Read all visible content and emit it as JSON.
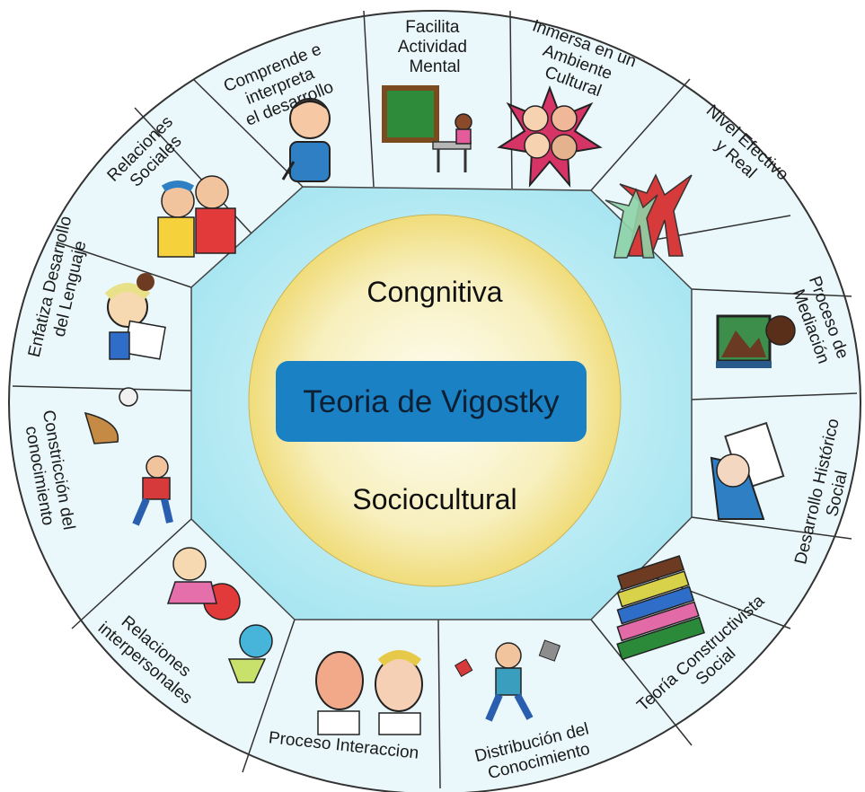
{
  "center": {
    "title": "Teoria de Vigostky",
    "top_word": "Congnitiva",
    "bottom_word": "Sociocultural"
  },
  "colors": {
    "outer_ring": "#eaf8fb",
    "inner_octagon": "#bfeef6",
    "center_circle": "#f4e48a",
    "title_box": "#1a82c4",
    "divider": "#333333"
  },
  "segments": [
    {
      "id": "comprende",
      "lines": [
        "Comprende e",
        "interpreta",
        "el desarrollo"
      ],
      "icon": "teacher-pointing-icon"
    },
    {
      "id": "facilita",
      "lines": [
        "Facilita",
        "Actividad",
        "Mental"
      ],
      "icon": "student-at-blackboard-icon"
    },
    {
      "id": "inmersa",
      "lines": [
        "Inmersa en un",
        "Ambiente",
        "Cultural"
      ],
      "icon": "group-of-faces-icon"
    },
    {
      "id": "nivel",
      "lines": [
        "Nivel Efectivo",
        "y Real"
      ],
      "icon": "colored-figures-icon"
    },
    {
      "id": "proceso-mediacion",
      "lines": [
        "Proceso de",
        "Mediación"
      ],
      "icon": "person-with-painting-icon"
    },
    {
      "id": "desarrollo-historico",
      "lines": [
        "Desarrollo Histórico",
        "Social"
      ],
      "icon": "old-man-reading-icon"
    },
    {
      "id": "teoria-constructivista",
      "lines": [
        "Teoría Constructivista",
        "Social"
      ],
      "icon": "stack-of-books-icon"
    },
    {
      "id": "distribucion",
      "lines": [
        "Distribución del",
        "Conocimiento"
      ],
      "icon": "juggling-boy-icon"
    },
    {
      "id": "proceso-interaccion",
      "lines": [
        "Proceso Interaccion"
      ],
      "icon": "two-men-talking-icon"
    },
    {
      "id": "relaciones-interpersonales",
      "lines": [
        "Relaciones",
        "interpersonales"
      ],
      "icon": "three-women-icon"
    },
    {
      "id": "constriccion",
      "lines": [
        "Constricción del",
        "conocimiento"
      ],
      "icon": "kid-throwing-ball-icon"
    },
    {
      "id": "enfatiza",
      "lines": [
        "Enfatiza Desarrollo",
        "del Lenguaje"
      ],
      "icon": "person-reading-book-icon"
    },
    {
      "id": "relaciones-sociales",
      "lines": [
        "Relaciones",
        "Sociales"
      ],
      "icon": "two-friends-icon"
    }
  ]
}
